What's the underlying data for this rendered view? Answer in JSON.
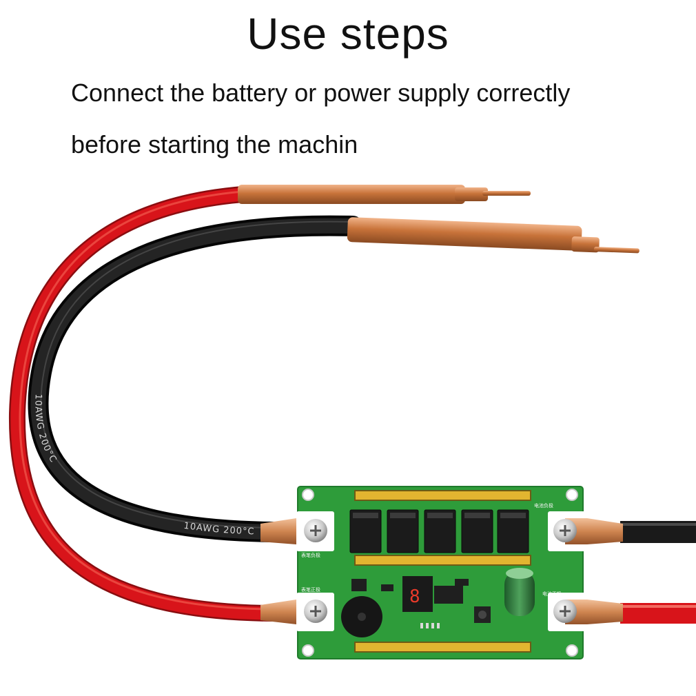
{
  "heading": "Use steps",
  "instruction": {
    "line1": "Connect the battery or power supply correctly",
    "line2": "before starting the machin"
  },
  "colors": {
    "red_cable": "#d8141a",
    "black_cable": "#151515",
    "copper": "#c8773e",
    "pcb": "#2e9c3a",
    "yellow_strip": "#e2b530"
  },
  "cable_markings": [
    "10AWG",
    "200°C"
  ]
}
